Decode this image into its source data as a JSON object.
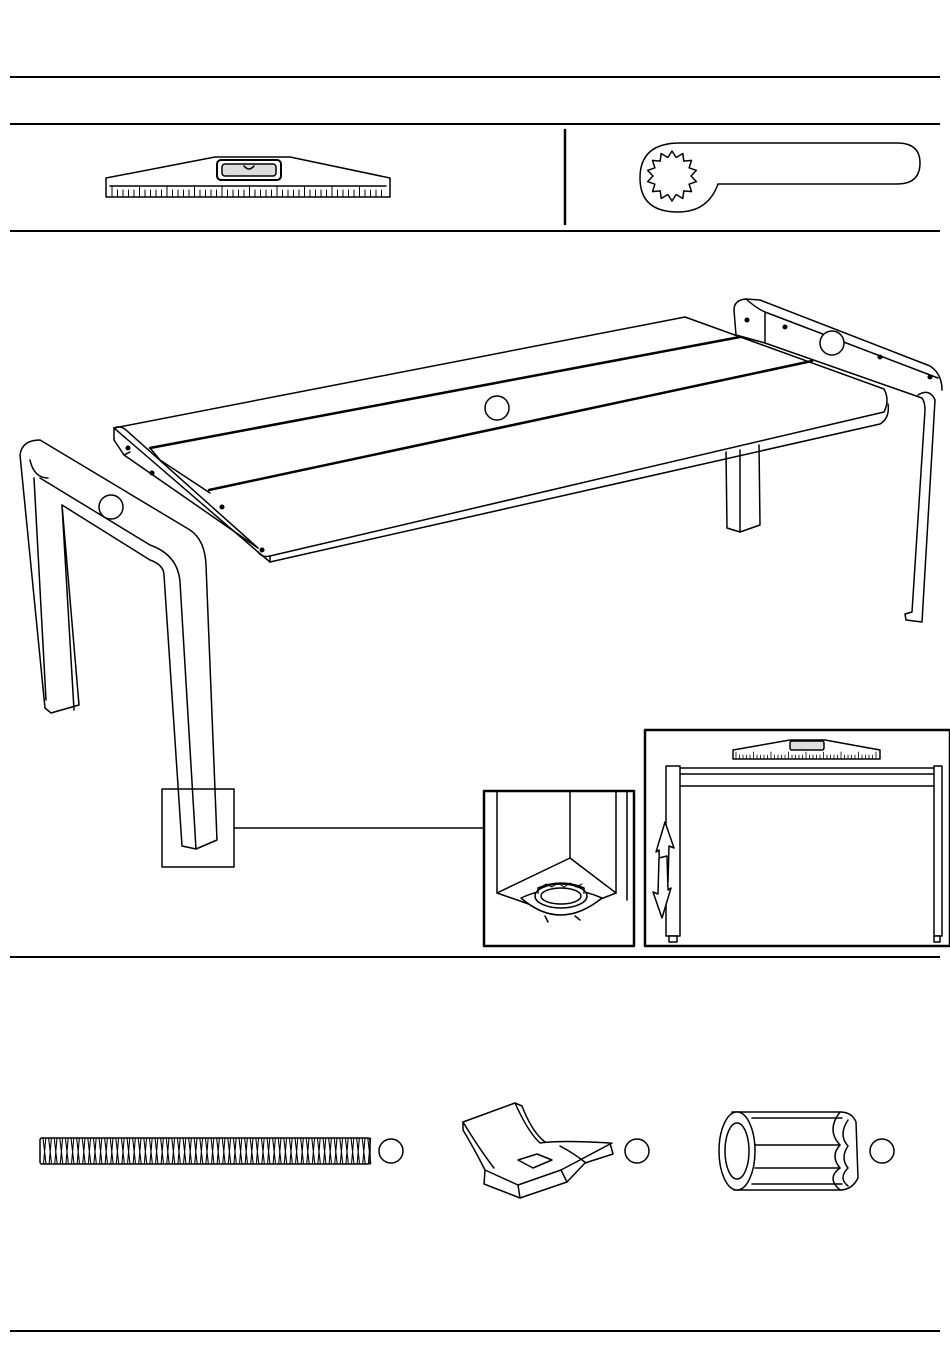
{
  "page": {
    "title": "",
    "step_number": ""
  },
  "tools": [
    {
      "id": "level",
      "icon": "spirit-level-icon"
    },
    {
      "id": "wrench",
      "icon": "adjustment-wrench-icon"
    }
  ],
  "assembly": {
    "parts": [
      {
        "id": "tabletop",
        "icon": "tabletop-icon",
        "label": ""
      },
      {
        "id": "frame-right",
        "icon": "frame-leg-icon",
        "label": ""
      },
      {
        "id": "frame-left",
        "icon": "frame-leg-icon",
        "label": ""
      }
    ],
    "details": [
      {
        "id": "foot-adjuster-detail",
        "icon": "leveling-foot-icon"
      },
      {
        "id": "leveling-detail",
        "icon": "level-adjust-icon"
      }
    ]
  },
  "hardware": [
    {
      "id": "threaded-rod",
      "icon": "threaded-rod-icon",
      "label": ""
    },
    {
      "id": "clamp-bracket",
      "icon": "clamp-bracket-icon",
      "label": ""
    },
    {
      "id": "coupling-nut",
      "icon": "coupling-nut-icon",
      "label": ""
    }
  ],
  "colors": {
    "line": "#000000",
    "background": "#ffffff"
  }
}
